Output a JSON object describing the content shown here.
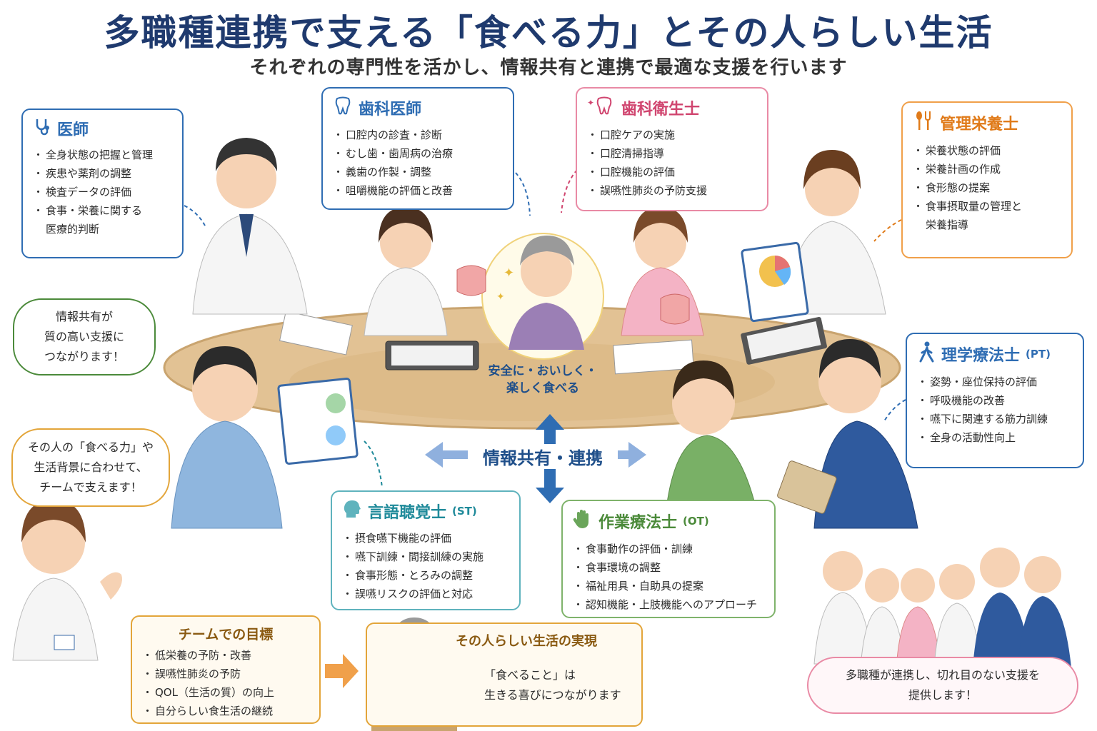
{
  "header": {
    "title": "多職種連携で支える「食べる力」とその人らしい生活",
    "subtitle": "それぞれの専門性を活かし、情報共有と連携で最適な支援を行います"
  },
  "colors": {
    "doctor": "#2f6db3",
    "dentist": "#2f6db3",
    "hygienist": "#d0456f",
    "dietitian": "#e07b1a",
    "pt": "#2f6db3",
    "st": "#1f8a9a",
    "ot": "#4b8a3a",
    "goal": "#e3a53a",
    "title": "#1f3a6e"
  },
  "roles": {
    "doctor": {
      "icon": "stethoscope-icon",
      "title": "医師",
      "items": [
        "全身状態の把握と管理",
        "疾患や薬剤の調整",
        "検査データの評価",
        "食事・栄養に関する"
      ],
      "continuation": "医療的判断"
    },
    "dentist": {
      "icon": "tooth-icon",
      "title": "歯科医師",
      "items": [
        "口腔内の診査・診断",
        "むし歯・歯周病の治療",
        "義歯の作製・調整",
        "咀嚼機能の評価と改善"
      ]
    },
    "hygienist": {
      "icon": "sparkle-tooth-icon",
      "title": "歯科衛生士",
      "items": [
        "口腔ケアの実施",
        "口腔清掃指導",
        "口腔機能の評価",
        "誤嚥性肺炎の予防支援"
      ]
    },
    "dietitian": {
      "icon": "spoon-fork-icon",
      "title": "管理栄養士",
      "items": [
        "栄養状態の評価",
        "栄養計画の作成",
        "食形態の提案",
        "食事摂取量の管理と"
      ],
      "continuation": "栄養指導"
    },
    "pt": {
      "icon": "walking-person-icon",
      "title": "理学療法士",
      "abbr": "(PT)",
      "items": [
        "姿勢・座位保持の評価",
        "呼吸機能の改善",
        "嚥下に関連する筋力訓練",
        "全身の活動性向上"
      ]
    },
    "st": {
      "icon": "head-speech-icon",
      "title": "言語聴覚士",
      "abbr": "(ST)",
      "items": [
        "摂食嚥下機能の評価",
        "嚥下訓練・間接訓練の実施",
        "食事形態・とろみの調整",
        "誤嚥リスクの評価と対応"
      ]
    },
    "ot": {
      "icon": "hand-icon",
      "title": "作業療法士",
      "abbr": "(OT)",
      "items": [
        "食事動作の評価・訓練",
        "食事環境の調整",
        "福祉用具・自助具の提案",
        "認知機能・上肢機能へのアプローチ"
      ]
    }
  },
  "bubbles": {
    "info_share": [
      "情報共有が",
      "質の高い支援に",
      "つながります！"
    ],
    "support": [
      "その人の「食べる力」や",
      "生活背景に合わせて、",
      "チームで支えます！"
    ],
    "team": [
      "多職種が連携し、切れ目のない支援を",
      "提供します！"
    ]
  },
  "center": {
    "patient_label": [
      "安全に・おいしく・",
      "楽しく食べる"
    ],
    "collab_label": "情報共有・連携"
  },
  "goals": {
    "title": "チームでの目標",
    "items": [
      "低栄養の予防・改善",
      "誤嚥性肺炎の予防",
      "QOL（生活の質）の向上",
      "自分らしい食生活の継続"
    ]
  },
  "realization": {
    "title": "その人らしい生活の実現",
    "lines": [
      "「食べること」は",
      "生きる喜びにつながります"
    ]
  }
}
